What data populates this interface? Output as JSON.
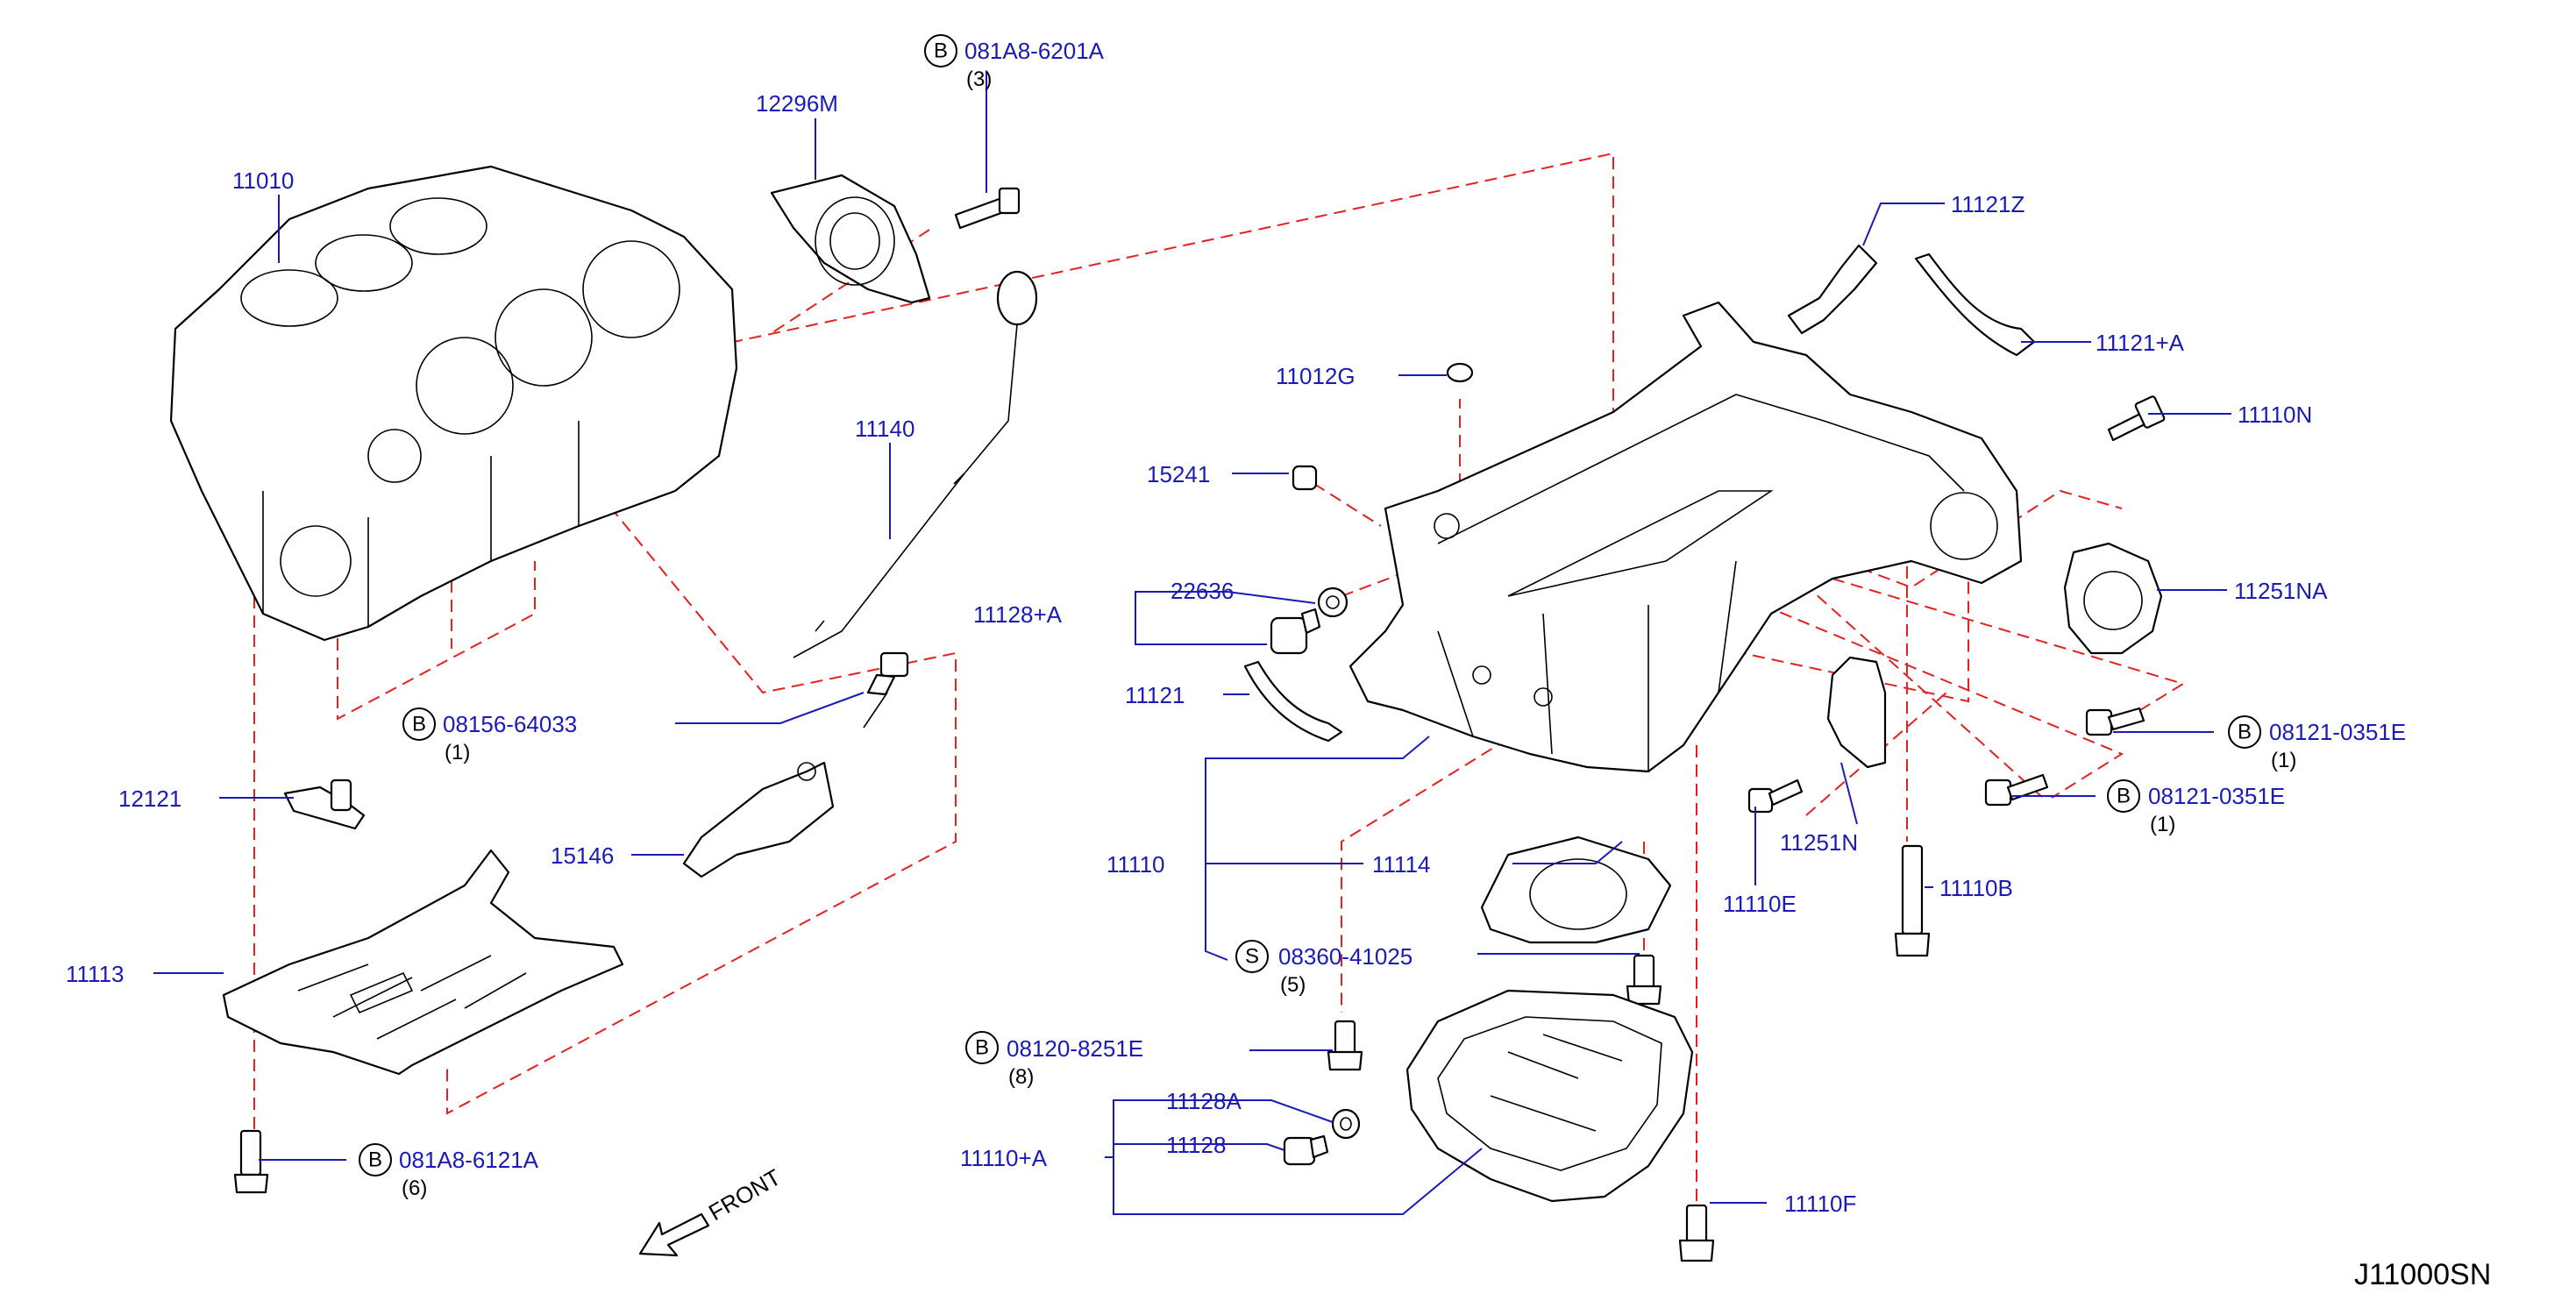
{
  "diagram_code": "J11000SN",
  "front_label": "FRONT",
  "callouts": {
    "c11010": "11010",
    "c12296m": "12296M",
    "c081a8_6201a": "081A8-6201A",
    "q081a8_6201a": "(3)",
    "c11140": "11140",
    "c08156_64033": "08156-64033",
    "q08156_64033": "(1)",
    "c12121": "12121",
    "c15146": "15146",
    "c11113": "11113",
    "c081a8_6121a": "081A8-6121A",
    "q081a8_6121a": "(6)",
    "c11121z": "11121Z",
    "c11121a": "11121+A",
    "c11110n": "11110N",
    "c11012g": "11012G",
    "c15241": "15241",
    "c22636": "22636",
    "c11128a_plus": "11128+A",
    "c11121": "11121",
    "c11251na": "11251NA",
    "c08121_0351e_1": "08121-0351E",
    "q08121_0351e_1": "(1)",
    "c08121_0351e_2": "08121-0351E",
    "q08121_0351e_2": "(1)",
    "c11110": "11110",
    "c11114": "11114",
    "c08360_41025": "08360-41025",
    "q08360_41025": "(5)",
    "c11251n": "11251N",
    "c11110e": "11110E",
    "c11110b": "11110B",
    "c08120_8251e": "08120-8251E",
    "q08120_8251e": "(8)",
    "c11128a": "11128A",
    "c11128": "11128",
    "c11110a_plus": "11110+A",
    "c11110f": "11110F"
  },
  "symbols": {
    "bolt_letter": "B",
    "screw_letter": "S"
  },
  "colors": {
    "callout_text": "#1a1ab8",
    "leader_line": "#1a1ab8",
    "dash_line": "#e52020",
    "part_outline": "#000000"
  }
}
